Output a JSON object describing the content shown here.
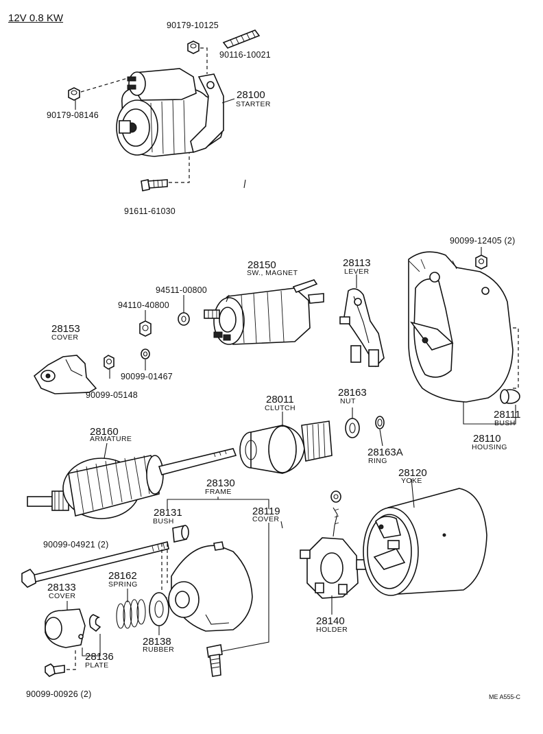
{
  "title": "12V 0.8 KW",
  "footer_code": "ME A555-C",
  "parts": {
    "p_90179_10125": "90179-10125",
    "p_90116_10021": "90116-10021",
    "p_28100_num": "28100",
    "p_28100_name": "STARTER",
    "p_90179_08146": "90179-08146",
    "p_91611_61030": "91611-61030",
    "p_90099_12405": "90099-12405 (2)",
    "p_28150_num": "28150",
    "p_28150_name": "SW., MAGNET",
    "p_94511_00800": "94511-00800",
    "p_94110_40800": "94110-40800",
    "p_28113_num": "28113",
    "p_28113_name": "LEVER",
    "p_28153_num": "28153",
    "p_28153_name": "COVER",
    "p_90099_01467": "90099-01467",
    "p_90099_05148": "90099-05148",
    "p_28011_num": "28011",
    "p_28011_name": "CLUTCH",
    "p_28163_num": "28163",
    "p_28163_name": "NUT",
    "p_28111_num": "28111",
    "p_28111_name": "BUSH",
    "p_28110_num": "28110",
    "p_28110_name": "HOUSING",
    "p_28160_num": "28160",
    "p_28160_name": "ARMATURE",
    "p_28163a_num": "28163A",
    "p_28163a_name": "RING",
    "p_28120_num": "28120",
    "p_28120_name": "YOKE",
    "p_28130_num": "28130",
    "p_28130_name": "FRAME",
    "p_28131_num": "28131",
    "p_28131_name": "BUSH",
    "p_28119_num": "28119",
    "p_28119_name": "COVER",
    "p_90099_04921": "90099-04921 (2)",
    "p_28162_num": "28162",
    "p_28162_name": "SPRING",
    "p_28133_num": "28133",
    "p_28133_name": "COVER",
    "p_28140_num": "28140",
    "p_28140_name": "HOLDER",
    "p_28138_num": "28138",
    "p_28138_name": "RUBBER",
    "p_28136_num": "28136",
    "p_28136_name": "PLATE",
    "p_90099_00926": "90099-00926 (2)"
  }
}
